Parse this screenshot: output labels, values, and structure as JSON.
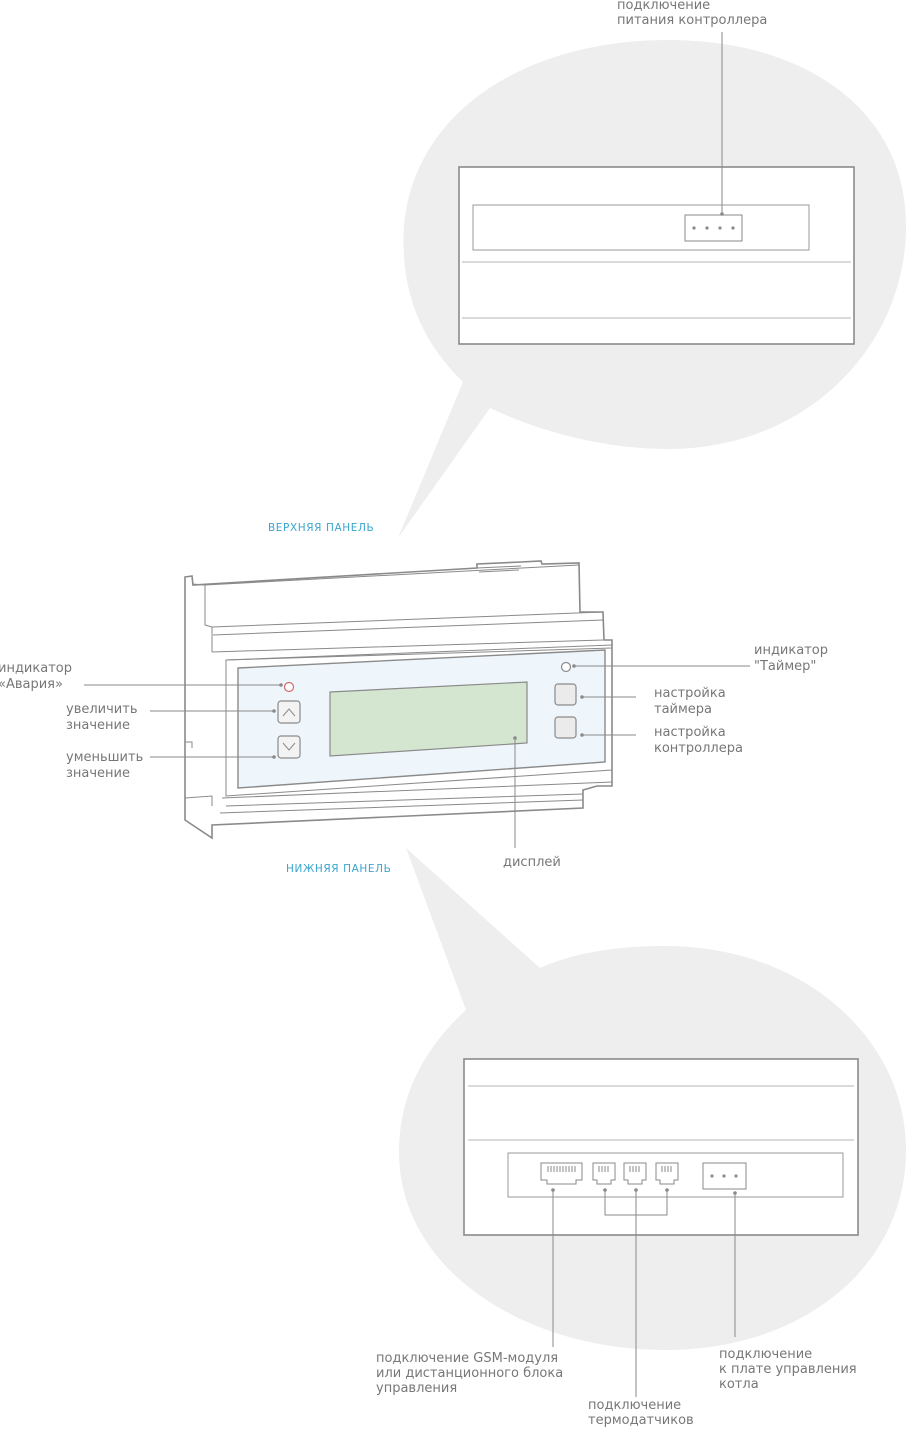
{
  "captions": {
    "top_panel": "ВЕРХНЯЯ ПАНЕЛЬ",
    "bottom_panel": "НИЖНЯЯ ПАНЕЛЬ"
  },
  "labels": {
    "power": [
      "подключение",
      "питания контроллера"
    ],
    "alarm": [
      "индикатор",
      "«Авария»"
    ],
    "increase": [
      "увеличить",
      "значение"
    ],
    "decrease": [
      "уменьшить",
      "значение"
    ],
    "timer_indicator": [
      "индикатор",
      "\"Таймер\""
    ],
    "timer_setup": [
      "настройка",
      "таймера"
    ],
    "controller_setup": [
      "настройка",
      "контроллера"
    ],
    "display": [
      "дисплей"
    ],
    "gsm": [
      "подключение GSM-модуля",
      "или дистанционного блока",
      "управления"
    ],
    "sensors": [
      "подключение",
      "термодатчиков"
    ],
    "boiler": [
      "подключение",
      "к плате управления",
      "котла"
    ]
  },
  "colors": {
    "background": "#ffffff",
    "bubble": "#eeeeee",
    "outline": "#8a8a8a",
    "front_panel": "#eef6fb",
    "display": "#d5e6d0",
    "alarm_led": "#d46a6a",
    "caption": "#3aa5cc",
    "text": "#777777"
  }
}
